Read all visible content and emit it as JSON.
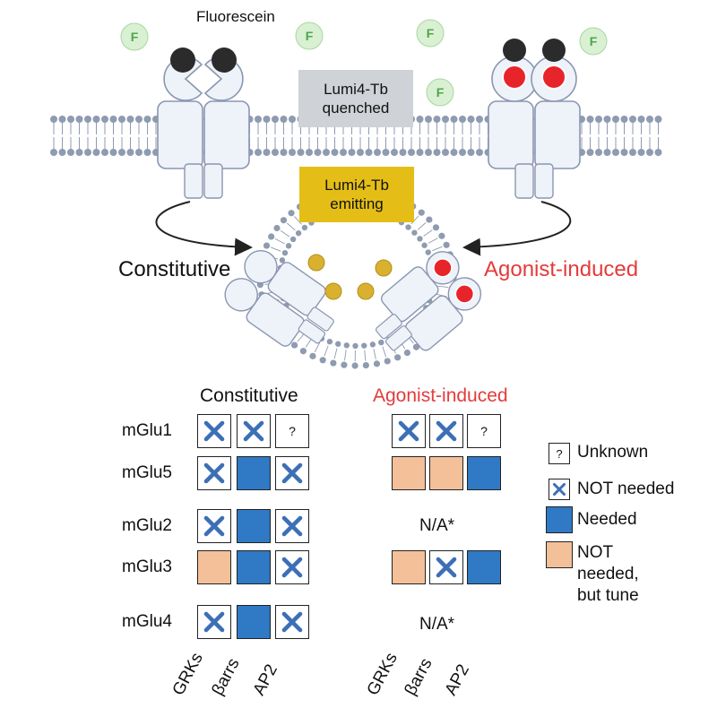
{
  "top": {
    "fluorescein_label": "Fluorescein",
    "fluor_symbol": "F",
    "quenched_box": [
      "Lumi4-Tb",
      "quenched"
    ],
    "emitting_box": [
      "Lumi4-Tb",
      "emitting"
    ],
    "constitutive_label": "Constitutive",
    "agonist_label": "Agonist-induced"
  },
  "colors": {
    "membrane_head": "#8e9bb0",
    "receptor_fill": "#eef2f9",
    "receptor_stroke": "#8a96b0",
    "agonist_red": "#e8242b",
    "ligand_black": "#2b2b2b",
    "tb_gold": "#d9b12f",
    "fluor_fill": "#d9f0d3",
    "fluor_text": "#4fa64a",
    "emitting_box": "#e4be16",
    "quenched_box": "#cfd2d6",
    "needed_blue": "#2f79c5",
    "tune_peach": "#f4c09a",
    "x_blue": "#3c6fb6",
    "agonist_text": "#e43b3b"
  },
  "table": {
    "constitutive_title": "Constitutive",
    "agonist_title": "Agonist-induced",
    "rows": [
      "mGlu1",
      "mGlu5",
      "mGlu2",
      "mGlu3",
      "mGlu4"
    ],
    "columns": [
      "GRKs",
      "βarrs",
      "AP2"
    ],
    "constitutive": [
      [
        "x",
        "x",
        "?"
      ],
      [
        "x",
        "needed",
        "x"
      ],
      [
        "x",
        "needed",
        "x"
      ],
      [
        "tune",
        "needed",
        "x"
      ],
      [
        "x",
        "needed",
        "x"
      ]
    ],
    "agonist": [
      [
        "x",
        "x",
        "?"
      ],
      [
        "tune",
        "tune",
        "needed"
      ],
      null,
      [
        "tune",
        "x",
        "needed"
      ],
      null
    ],
    "na_label": "N/A*",
    "unknown_symbol": "?"
  },
  "legend": {
    "unknown": "Unknown",
    "not_needed": "NOT needed",
    "needed": "Needed",
    "tune": [
      "NOT",
      "needed,",
      "but tune"
    ]
  }
}
